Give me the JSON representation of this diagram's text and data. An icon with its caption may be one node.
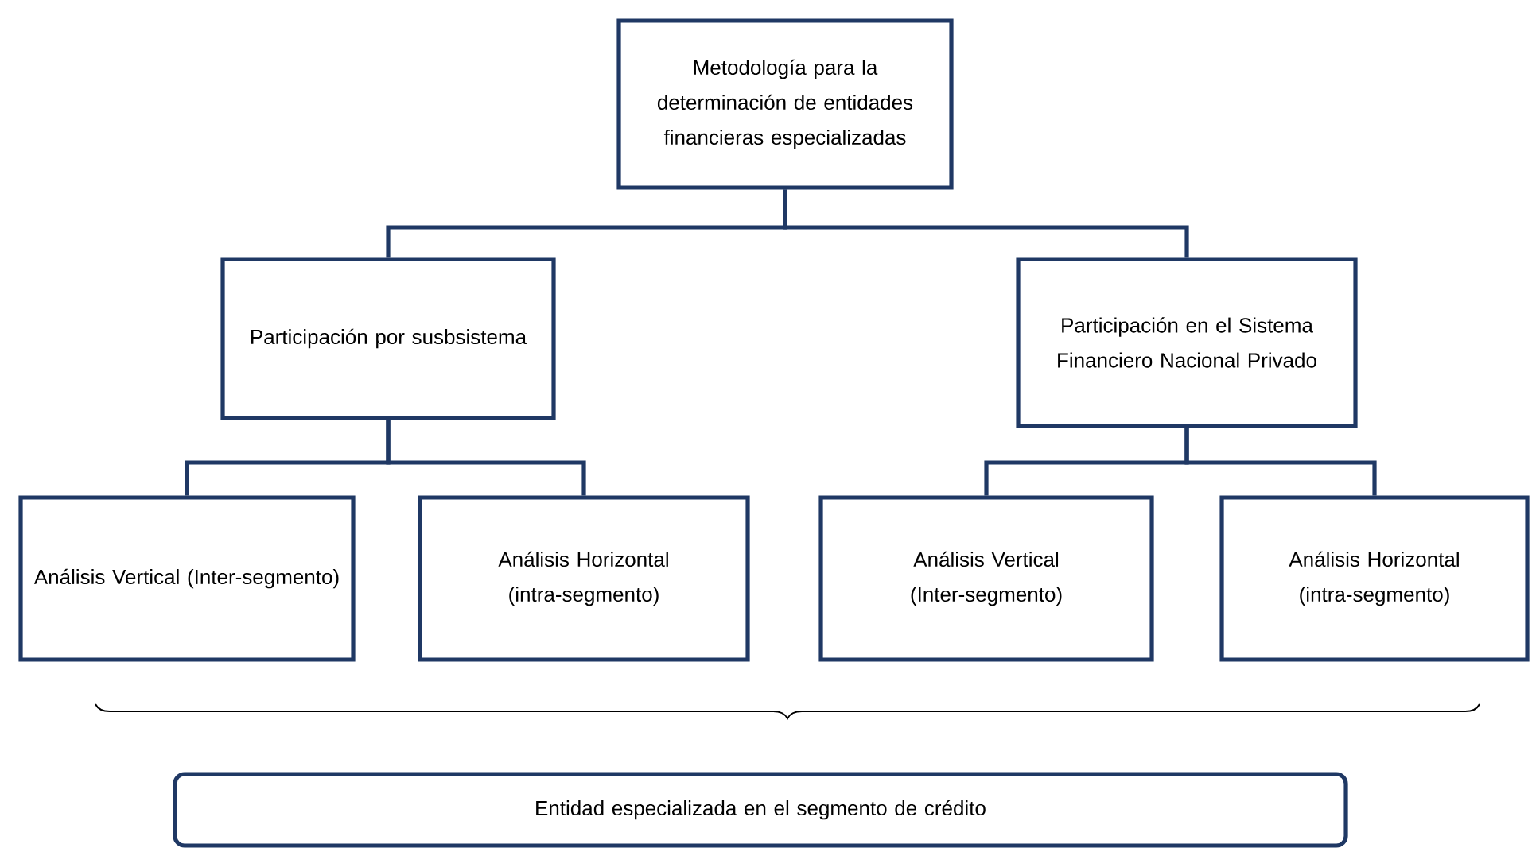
{
  "diagram": {
    "nodes": [
      {
        "text": [
          "Metodología para la determinación de entidades financieras especializadas"
        ]
      },
      {
        "text": [
          "Participación por susbsistema"
        ]
      },
      {
        "text": [
          "Participación en el Sistema Financiero Nacional Privado"
        ]
      },
      {
        "text": [
          "Análisis Vertical (Inter-segmento)"
        ]
      },
      {
        "text": [
          "Análisis Horizontal (intra-segmento)"
        ]
      },
      {
        "text": [
          "Análisis Vertical (Inter-segmento)"
        ]
      },
      {
        "text": [
          "Análisis Horizontal (intra-segmento)"
        ]
      },
      {
        "text": [
          "Entidad especializada en el segmento de crédito"
        ]
      }
    ],
    "edges": [
      {
        "from": 0,
        "to": 1,
        "arrow": "none"
      },
      {
        "from": 0,
        "to": 2,
        "arrow": "none"
      },
      {
        "from": 1,
        "to": 3,
        "arrow": "none"
      },
      {
        "from": 1,
        "to": 4,
        "arrow": "none"
      },
      {
        "from": 2,
        "to": 5,
        "arrow": "none"
      },
      {
        "from": 2,
        "to": 6,
        "arrow": "none"
      }
    ]
  }
}
